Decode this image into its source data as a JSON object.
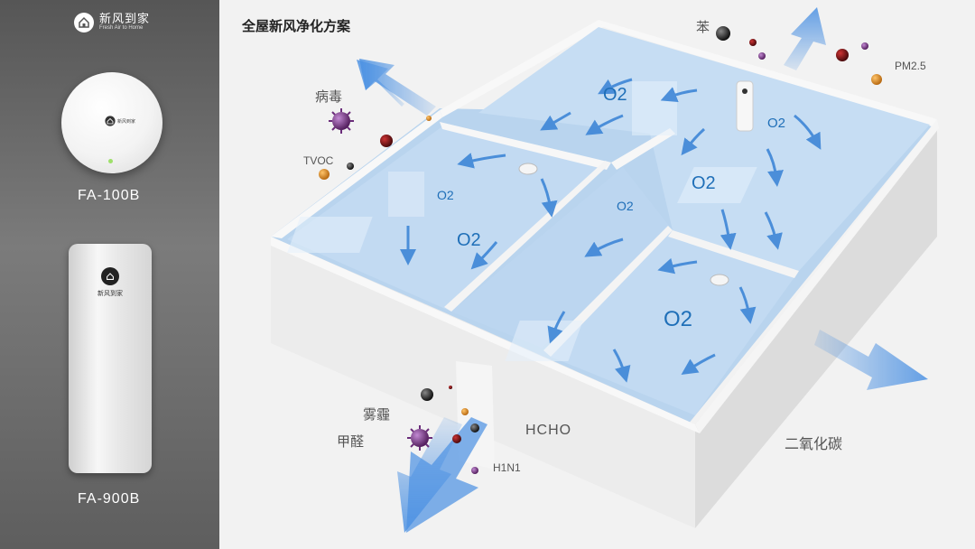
{
  "brand": {
    "name": "新风到家",
    "tagline": "Fresh Air to Home"
  },
  "products": [
    {
      "model": "FA-100B"
    },
    {
      "model": "FA-900B"
    }
  ],
  "scene": {
    "title": "全屋新风净化方案",
    "pollutants": {
      "benzene": "苯",
      "pm25": "PM2.5",
      "virus": "病毒",
      "tvoc": "TVOC",
      "smog": "雾霾",
      "formaldehyde": "甲醛",
      "hcho": "HCHO",
      "h1n1": "H1N1",
      "co2": "二氧化碳"
    },
    "oxygen_label": "O2"
  },
  "colors": {
    "arrow": "#4a90e2",
    "oxygen_text": "#1f6fb8",
    "virus": "#7b3a8c",
    "particle_dark": "#2b2b2b",
    "particle_red": "#7a1518",
    "particle_orange": "#d98a2b"
  }
}
